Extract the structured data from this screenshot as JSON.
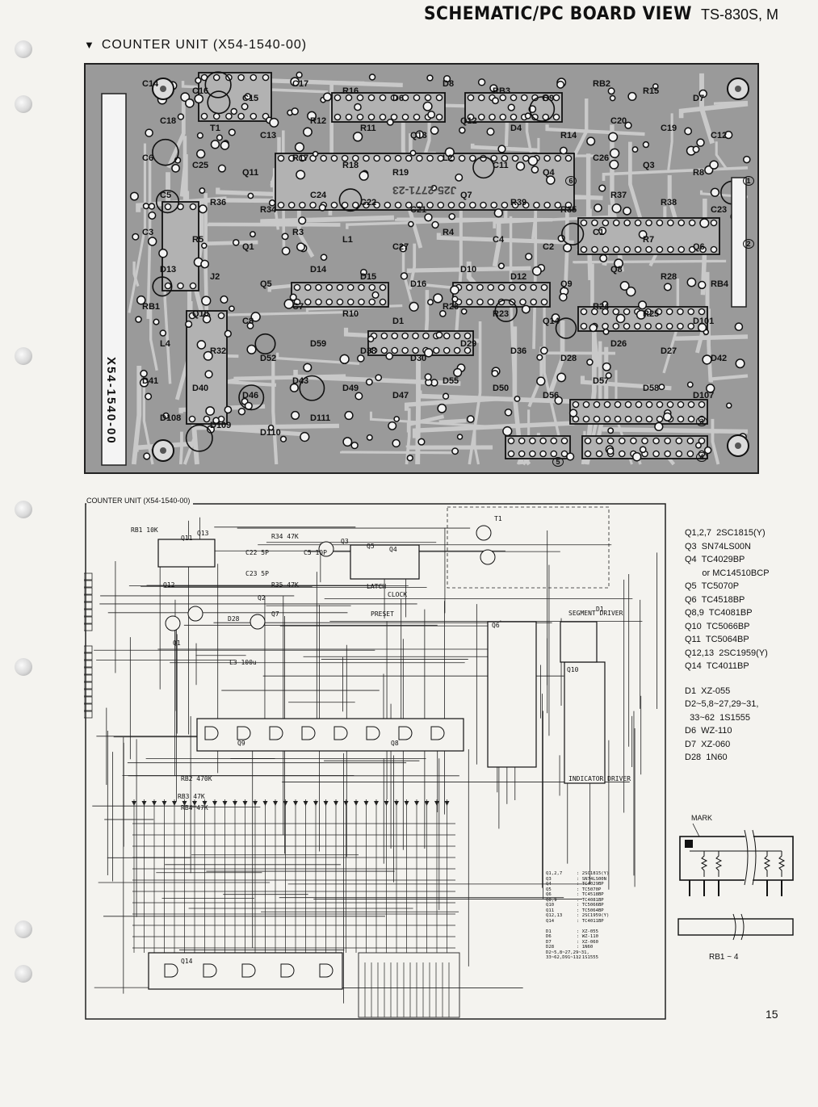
{
  "header": {
    "title": "SCHEMATIC/PC BOARD VIEW",
    "model": "TS-830S, M"
  },
  "section_heading": "COUNTER UNIT (X54-1540-00)",
  "pcb": {
    "board_number": "X54-1540-00",
    "labels": [
      "C14",
      "C16",
      "C15",
      "C17",
      "R16",
      "D6",
      "D8",
      "RB3",
      "D9",
      "RB2",
      "R15",
      "D7",
      "C18",
      "T1",
      "C13",
      "R12",
      "R11",
      "Q13",
      "Q12",
      "D4",
      "R14",
      "C20",
      "C19",
      "C12",
      "C6",
      "C25",
      "Q11",
      "R17",
      "R18",
      "R19",
      "L2",
      "C11",
      "Q4",
      "C26",
      "Q3",
      "R8",
      "C5",
      "R36",
      "R34",
      "C24",
      "C22",
      "C21",
      "Q7",
      "R39",
      "R35",
      "R37",
      "R38",
      "C23",
      "C3",
      "R5",
      "Q1",
      "R3",
      "L1",
      "C27",
      "R4",
      "C4",
      "C2",
      "C1",
      "R7",
      "Q6",
      "D13",
      "J2",
      "Q5",
      "D14",
      "D15",
      "D16",
      "D10",
      "D12",
      "Q9",
      "Q8",
      "R28",
      "RB4",
      "RB1",
      "Q10",
      "C8",
      "C7",
      "R10",
      "D1",
      "R26",
      "R23",
      "Q14",
      "R24",
      "R25",
      "D101",
      "L4",
      "R32",
      "D52",
      "D59",
      "D38",
      "D30",
      "D29",
      "D36",
      "D28",
      "D26",
      "D27",
      "D42",
      "D41",
      "D40",
      "D46",
      "D43",
      "D49",
      "D47",
      "D55",
      "D50",
      "D56",
      "D57",
      "D58",
      "D107",
      "D108",
      "D109",
      "D110",
      "D111"
    ],
    "markers": [
      "1",
      "2",
      "3",
      "4",
      "5",
      "6"
    ],
    "silk_code": "J25-2771-23"
  },
  "schematic": {
    "title": "COUNTER UNIT (X54-1540-00)",
    "labels": [
      "Q13",
      "Q12",
      "Q11",
      "Q5",
      "Q4",
      "Q3",
      "Q2",
      "Q1",
      "Q7",
      "Q6",
      "Q8",
      "Q9",
      "Q10",
      "Q14",
      "T1",
      "D1",
      "D28",
      "PRESET",
      "LATCH",
      "CLOCK",
      "SEGMENT DRIVER",
      "INDICATOR DRIVER",
      "R34 47K",
      "R35 47K",
      "RB1 10K",
      "RB2 470K",
      "RB3 47K",
      "RB4 47K",
      "C5 10P",
      "C22 5P",
      "C23 5P",
      "L3 100u"
    ],
    "mini_legend": [
      [
        "Q1,2,7",
        ": 2SC1815(Y)"
      ],
      [
        "Q3",
        ": SN74LS00N"
      ],
      [
        "Q4",
        ": TC4029BP"
      ],
      [
        "Q5",
        ": TC5070P"
      ],
      [
        "Q6",
        ": TC4518BP"
      ],
      [
        "Q8,9",
        ": TC4081BP"
      ],
      [
        "Q10",
        ": TC5066BP"
      ],
      [
        "Q11",
        ": TC5064BP"
      ],
      [
        "Q12,13",
        ": 2SC1959(Y)"
      ],
      [
        "Q14",
        ": TC4011BP"
      ],
      [
        "",
        ""
      ],
      [
        "D1",
        ": XZ-055"
      ],
      [
        "D6",
        ": WZ-110"
      ],
      [
        "D7",
        ": XZ-060"
      ],
      [
        "D28",
        ": 1N60"
      ],
      [
        "D2~5,8~27,29~31,",
        ""
      ],
      [
        "33~62,D91~112",
        ": 1S1555"
      ]
    ]
  },
  "legend": {
    "transistors": [
      "Q1,2,7  2SC1815(Y)",
      "Q3  SN74LS00N",
      "Q4  TC4029BP",
      "       or MC14510BCP",
      "Q5  TC5070P",
      "Q6  TC4518BP",
      "Q8,9  TC4081BP",
      "Q10  TC5066BP",
      "Q11  TC5064BP",
      "Q12,13  2SC1959(Y)",
      "Q14  TC4011BP"
    ],
    "diodes": [
      "D1  XZ-055",
      "D2~5,8~27,29~31,",
      "  33~62  1S1555",
      "D6  WZ-110",
      "D7  XZ-060",
      "D28  1N60"
    ]
  },
  "resistor_block": {
    "mark_label": "MARK",
    "caption": "RB1 ~ 4"
  },
  "page_number": "15"
}
